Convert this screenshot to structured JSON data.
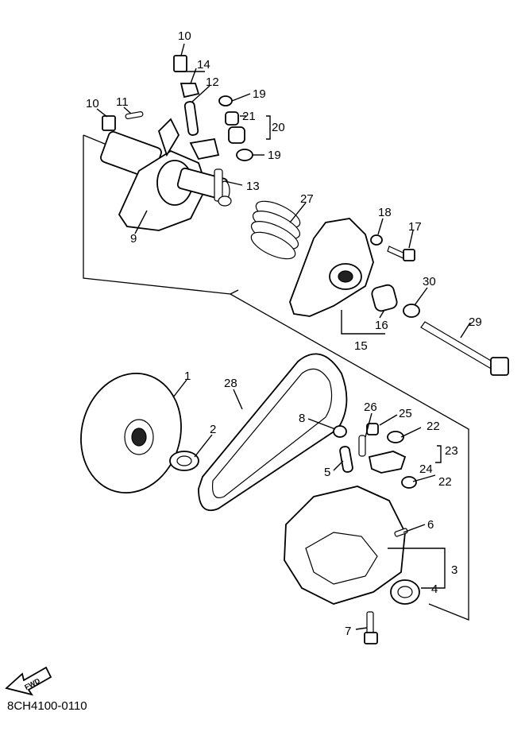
{
  "diagram_code": "8CH4100-0110",
  "fwd_label": "FWD",
  "callouts": {
    "p1": "1",
    "p2": "2",
    "p3": "3",
    "p4": "4",
    "p5": "5",
    "p6": "6",
    "p7": "7",
    "p8": "8",
    "p9": "9",
    "p10a": "10",
    "p10b": "10",
    "p11": "11",
    "p12": "12",
    "p13": "13",
    "p14": "14",
    "p15": "15",
    "p16": "16",
    "p17": "17",
    "p18": "18",
    "p19a": "19",
    "p19b": "19",
    "p20": "20",
    "p21": "21",
    "p22a": "22",
    "p22b": "22",
    "p23": "23",
    "p24": "24",
    "p25": "25",
    "p26": "26",
    "p27": "27",
    "p28": "28",
    "p29": "29",
    "p30": "30"
  }
}
